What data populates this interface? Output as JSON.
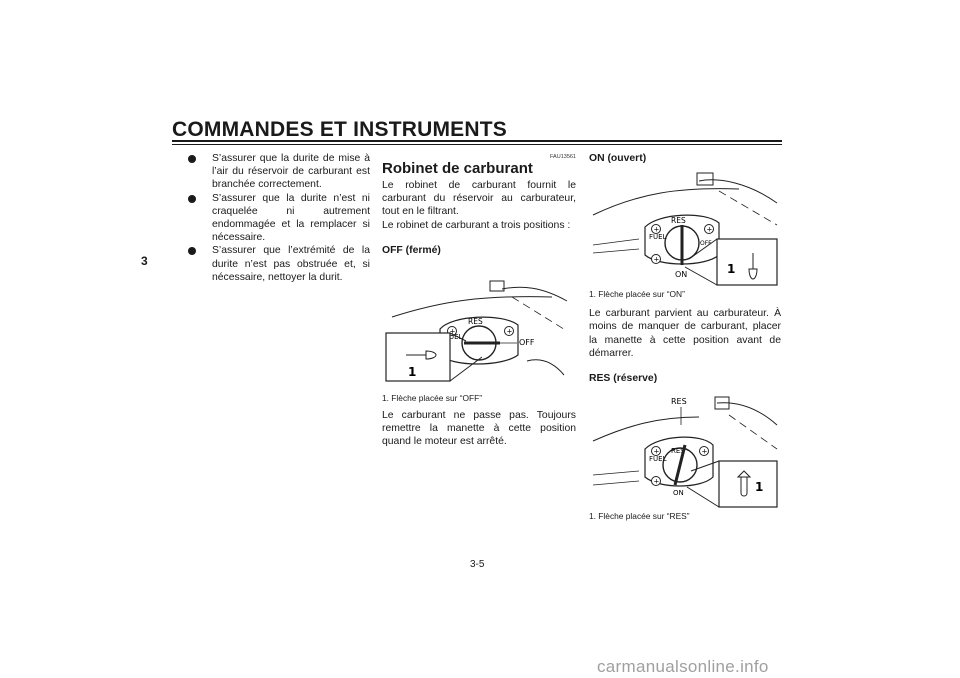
{
  "header": {
    "title": "COMMANDES ET INSTRUMENTS"
  },
  "chapter_tab": "3",
  "left_column": {
    "bullets": [
      "S’assurer que la durite de mise à l’air du réservoir de carburant est branchée correctement.",
      "S’assurer que la durite n’est ni craquelée ni autrement endommagée et la remplacer si nécessaire.",
      "S’assurer que l’extrémité de la durite n’est pas obstruée et, si nécessaire, nettoyer la durit."
    ]
  },
  "middle_column": {
    "code_ref": "FAU13561",
    "section_title": "Robinet de carburant",
    "intro": "Le robinet de carburant fournit le carburant du réservoir au carburateur, tout en le filtrant.",
    "intro2": "Le robinet de carburant a trois positions :",
    "off_heading": "OFF (fermé)",
    "off_caption": "1.  Flèche placée sur “OFF”",
    "off_text": "Le carburant ne passe pas. Toujours remettre la manette à cette position quand le moteur est arrêté."
  },
  "right_column": {
    "on_heading": "ON (ouvert)",
    "on_caption": "1.  Flèche placée sur “ON”",
    "on_text": "Le carburant parvient au carburateur. À moins de manquer de carburant, placer la manette à cette position avant de démarrer.",
    "res_heading": "RES (réserve)",
    "res_caption": "1.  Flèche placée sur “RES”"
  },
  "figure_labels": {
    "fuel": "FUEL",
    "res": "RES",
    "off": "OFF",
    "on": "ON",
    "callout": "1"
  },
  "footer": {
    "page_number": "3-5",
    "watermark": "carmanualsonline.info"
  }
}
